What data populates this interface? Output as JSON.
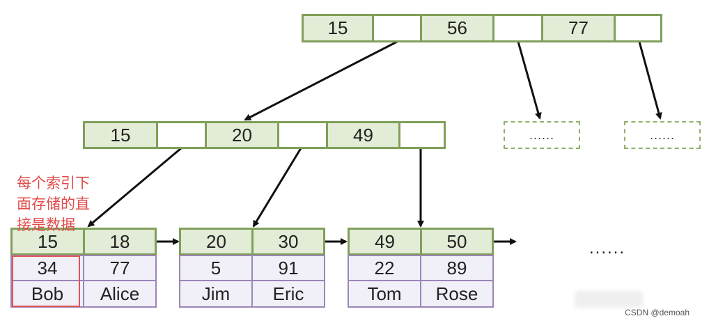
{
  "root": {
    "keys": [
      "15",
      "56",
      "77"
    ],
    "child_placeholders": [
      "......",
      "......"
    ]
  },
  "internal": {
    "keys": [
      "15",
      "20",
      "49"
    ]
  },
  "leaves": [
    {
      "keys": [
        "15",
        "18"
      ],
      "ids": [
        "34",
        "77"
      ],
      "names": [
        "Bob",
        "Alice"
      ]
    },
    {
      "keys": [
        "20",
        "30"
      ],
      "ids": [
        "5",
        "91"
      ],
      "names": [
        "Jim",
        "Eric"
      ]
    },
    {
      "keys": [
        "49",
        "50"
      ],
      "ids": [
        "22",
        "89"
      ],
      "names": [
        "Tom",
        "Rose"
      ]
    }
  ],
  "more_leaves": "......",
  "annotation": {
    "line1": "每个索引下",
    "line2": "面存储的直",
    "line3": "接是数据"
  },
  "watermark": "CSDN @demoah",
  "colors": {
    "key_fill": "#e3ecd6",
    "key_border": "#7fa05a",
    "data_fill": "#f1eff8",
    "data_border": "#9b86b8",
    "annotation": "#e24a4a"
  }
}
